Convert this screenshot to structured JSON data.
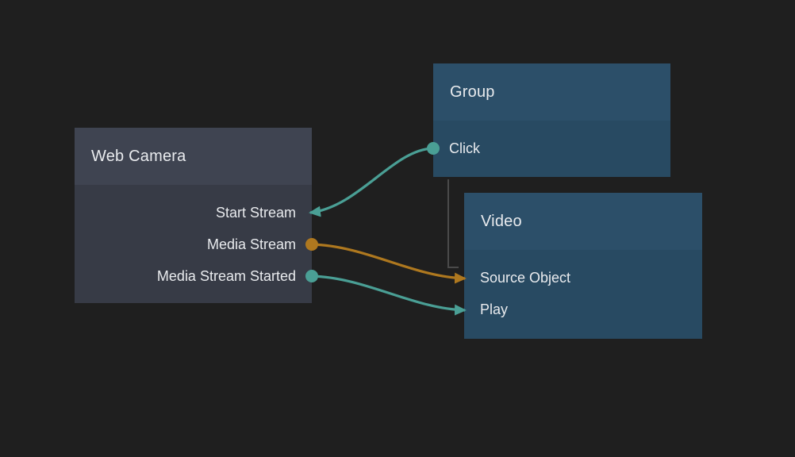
{
  "editor": {
    "background_color": "#1f1f1f",
    "text_color": "#e9ebee"
  },
  "colors": {
    "teal": "#4a9f95",
    "orange": "#ae781f",
    "gray_link": "#4a4a4a",
    "dark_node_header": "#3f4451",
    "dark_node_body": "#373b46",
    "blue_node_header": "#2c4f69",
    "blue_node_body": "#284a62"
  },
  "nodes": [
    {
      "title": "Web Camera",
      "ports": [
        {
          "label": "Start Stream",
          "connector": "teal-arrow-in"
        },
        {
          "label": "Media Stream",
          "connector": "orange-dot-out"
        },
        {
          "label": "Media Stream Started",
          "connector": "teal-dot-out"
        }
      ]
    },
    {
      "title": "Group",
      "ports": [
        {
          "label": "Click",
          "connector": "teal-dot-out"
        }
      ]
    },
    {
      "title": "Video",
      "ports": [
        {
          "label": "Source Object",
          "connector": "orange-arrow-in"
        },
        {
          "label": "Play",
          "connector": "teal-arrow-in"
        }
      ]
    }
  ],
  "connections": [
    {
      "from": "Group.Click",
      "to": "Web Camera.Start Stream",
      "color": "teal"
    },
    {
      "from": "Web Camera.Media Stream",
      "to": "Video.Source Object",
      "color": "orange"
    },
    {
      "from": "Web Camera.Media Stream Started",
      "to": "Video.Play",
      "color": "teal"
    },
    {
      "from": "Group",
      "to": "Video",
      "color": "gray_link",
      "style": "elbow"
    }
  ]
}
